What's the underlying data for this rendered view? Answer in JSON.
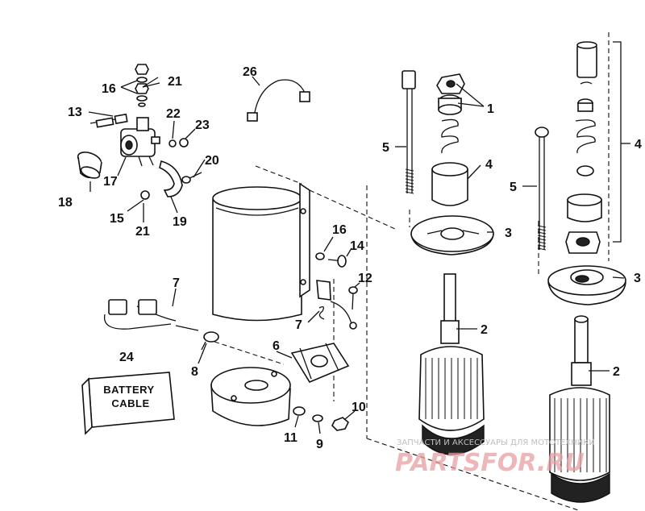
{
  "callouts": {
    "c1": "1",
    "c2a": "2",
    "c2b": "2",
    "c3a": "3",
    "c3b": "3",
    "c4a": "4",
    "c4b": "4",
    "c5a": "5",
    "c5b": "5",
    "c6": "6",
    "c7a": "7",
    "c7b": "7",
    "c8": "8",
    "c9": "9",
    "c10": "10",
    "c11": "11",
    "c12": "12",
    "c13": "13",
    "c14": "14",
    "c15": "15",
    "c16a": "16",
    "c16b": "16",
    "c17": "17",
    "c18": "18",
    "c19": "19",
    "c20": "20",
    "c21a": "21",
    "c21b": "21",
    "c22": "22",
    "c23": "23",
    "c24": "24",
    "c26": "26"
  },
  "battery_box": {
    "line1": "BATTERY",
    "line2": "CABLE"
  },
  "watermark": {
    "small": "ЗАПЧАСТИ И АКСЕССУАРЫ ДЛЯ МОТОТЕХНИКИ",
    "big": "PARTSFOR.RU",
    "color": "#e8a0a4"
  }
}
